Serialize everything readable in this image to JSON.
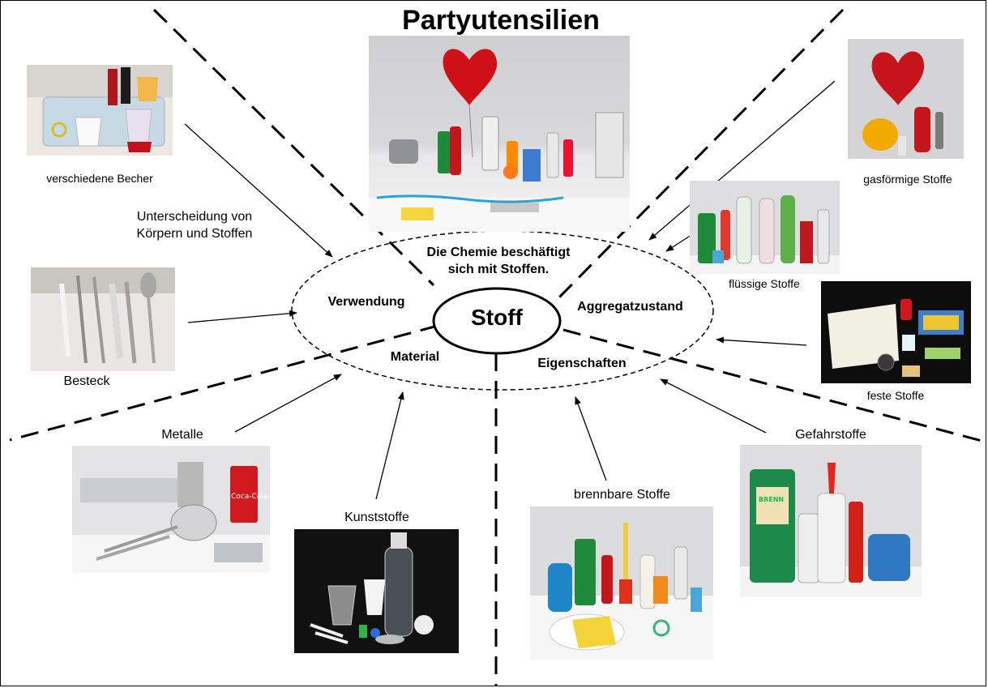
{
  "title": "Partyutensilien",
  "center": {
    "label": "Stoff",
    "statement_line1": "Die Chemie beschäftigt",
    "statement_line2": "sich mit Stoffen."
  },
  "aspects": {
    "usage": "Verwendung",
    "state": "Aggregatzustand",
    "material": "Material",
    "properties": "Eigenschaften"
  },
  "note": {
    "line1": "Unterscheidung von",
    "line2": "Körpern und Stoffen"
  },
  "photos": {
    "party": "",
    "cups": "verschiedene Becher",
    "cutlery": "Besteck",
    "metals": "Metalle",
    "plastics": "Kunststoffe",
    "flammable": "brennbare Stoffe",
    "hazardous": "Gefahrstoffe",
    "gases": "gasförmige Stoffe",
    "liquids": "flüssige Stoffe",
    "solids": "feste Stoffe"
  }
}
